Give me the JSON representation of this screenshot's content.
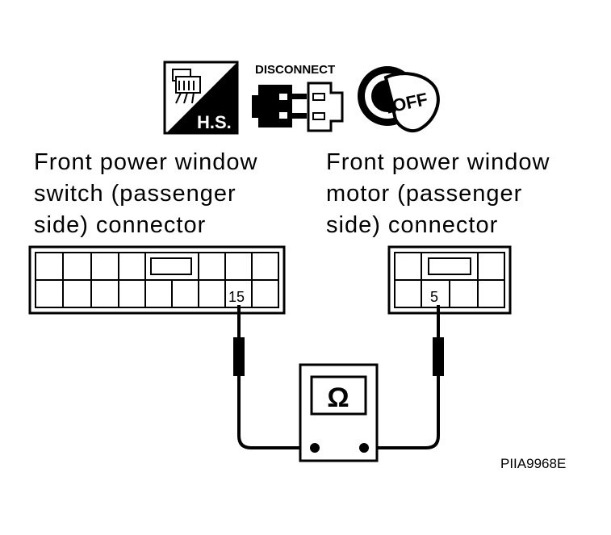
{
  "icons": {
    "harness_side_text": "H.S.",
    "disconnect_text": "DISCONNECT",
    "ignition_off_text": "OFF"
  },
  "left_connector": {
    "label_lines": [
      "Front power window",
      "switch (passenger",
      "side) connector"
    ],
    "terminal": "15"
  },
  "right_connector": {
    "label_lines": [
      "Front power window",
      "motor (passenger",
      "side) connector"
    ],
    "terminal": "5"
  },
  "meter": {
    "symbol": "Ω"
  },
  "figure_code": "PIIA9968E"
}
